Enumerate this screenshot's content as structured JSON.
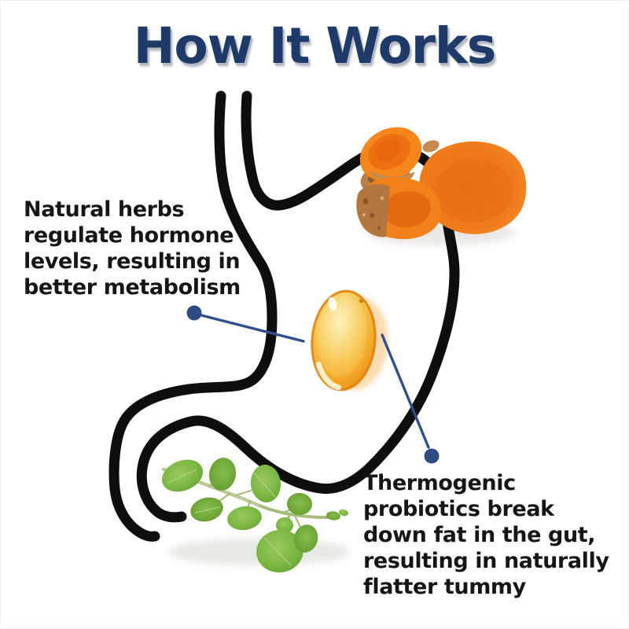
{
  "title": "How It Works",
  "callouts": {
    "left": {
      "lines": [
        "Natural herbs",
        "regulate hormone",
        "levels, resulting in",
        "better metabolism"
      ]
    },
    "right": {
      "lines": [
        "Thermogenic",
        "probiotics break",
        "down fat in the gut,",
        "resulting in naturally",
        "flatter tummy"
      ]
    }
  },
  "illustration": {
    "stomach": "stomach-outline-drawing",
    "turmeric": "turmeric-root-pieces",
    "capsule": "amber-softgel-capsule",
    "herb": "moringa-leaf-sprig",
    "connectors": "callout-pointer-lines"
  },
  "colors": {
    "title_navy": "#1e3a69",
    "title_shadow_grey": "#b4b9c2",
    "body_text_black": "#161616",
    "outline_black": "#0e0e0e",
    "connector_blue": "#31508a",
    "turmeric_orange": "#f1801c",
    "capsule_amber": "#f5b844",
    "leaf_green": "#74b23c",
    "background": "#ffffff"
  }
}
